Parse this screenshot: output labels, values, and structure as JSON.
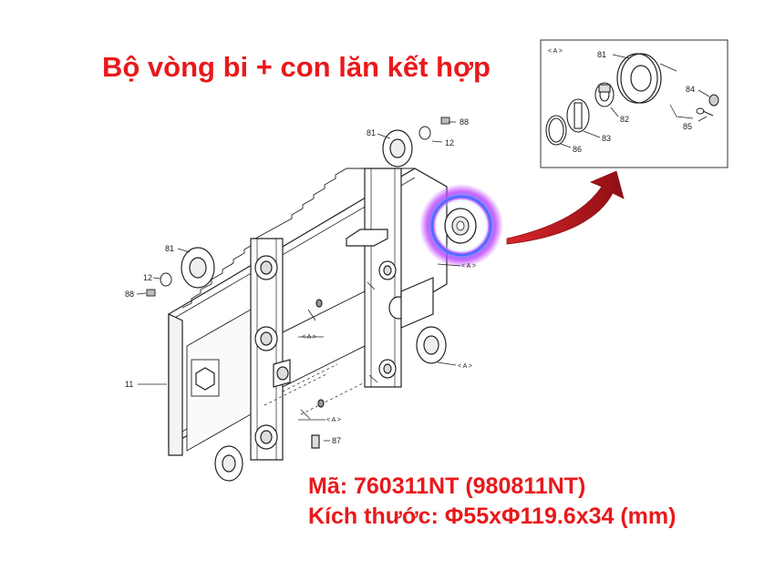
{
  "title": "Bộ vòng bi + con lăn kết hợp",
  "info": {
    "code": "Mã: 760311NT (980811NT)",
    "size": "Kích thước: Φ55xΦ119.6x34 (mm)"
  },
  "diagram_labels": {
    "detail_tag": "< A >",
    "part_81": "81",
    "part_82": "82",
    "part_83": "83",
    "part_84": "84",
    "part_85": "85",
    "part_86": "86",
    "part_88": "88",
    "part_12": "12",
    "part_11": "11",
    "part_87": "87"
  },
  "colors": {
    "accent_red": "#e8191c",
    "arrow_red": "#b0151a",
    "glow_blue": "#3b5bff",
    "glow_magenta": "#d23bff"
  }
}
